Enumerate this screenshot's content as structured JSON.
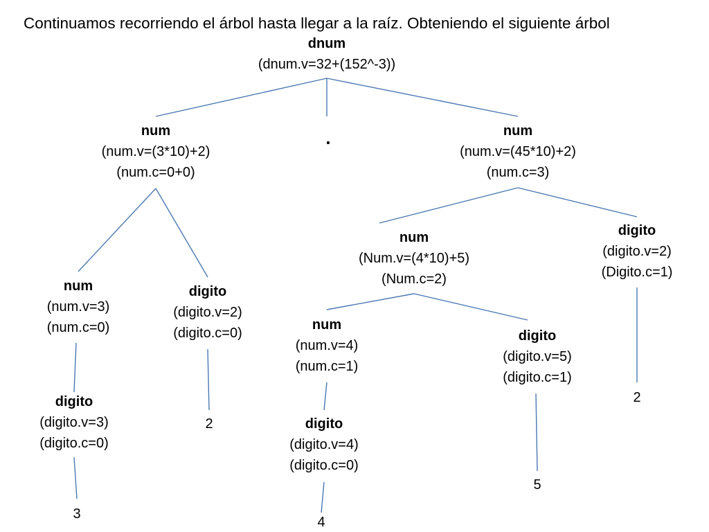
{
  "title": "Continuamos recorriendo el árbol hasta llegar a la raíz. Obteniendo el siguiente árbol",
  "edge_color": "#4a78b5",
  "tree": {
    "root": {
      "name": "dnum",
      "lines": [
        "(dnum.v=32+(152^-3))"
      ]
    },
    "separator": ".",
    "left_num": {
      "name": "num",
      "lines": [
        "(num.v=(3*10)+2)",
        "(num.c=0+0)"
      ]
    },
    "right_num": {
      "name": "num",
      "lines": [
        "(num.v=(45*10)+2)",
        "(num.c=3)"
      ]
    },
    "left_left_num": {
      "name": "num",
      "lines": [
        "(num.v=3)",
        "(num.c=0)"
      ]
    },
    "left_digito": {
      "name": "digito",
      "lines": [
        "(digito.v=2)",
        "(digito.c=0)"
      ]
    },
    "left_left_digito": {
      "name": "digito",
      "lines": [
        "(digito.v=3)",
        "(digito.c=0)"
      ]
    },
    "leaf_3": "3",
    "leaf_2_left": "2",
    "right_inner_num": {
      "name": "num",
      "lines": [
        "(Num.v=(4*10)+5)",
        "(Num.c=2)"
      ]
    },
    "right_digito": {
      "name": "digito",
      "lines": [
        "(digito.v=2)",
        "(Digito.c=1)"
      ]
    },
    "leaf_2_right": "2",
    "inner_left_num": {
      "name": "num",
      "lines": [
        "(num.v=4)",
        "(num.c=1)"
      ]
    },
    "inner_digito": {
      "name": "digito",
      "lines": [
        "(digito.v=5)",
        "(digito.c=1)"
      ]
    },
    "inner_left_digito": {
      "name": "digito",
      "lines": [
        "(digito.v=4)",
        "(digito.c=0)"
      ]
    },
    "leaf_4": "4",
    "leaf_5": "5"
  }
}
